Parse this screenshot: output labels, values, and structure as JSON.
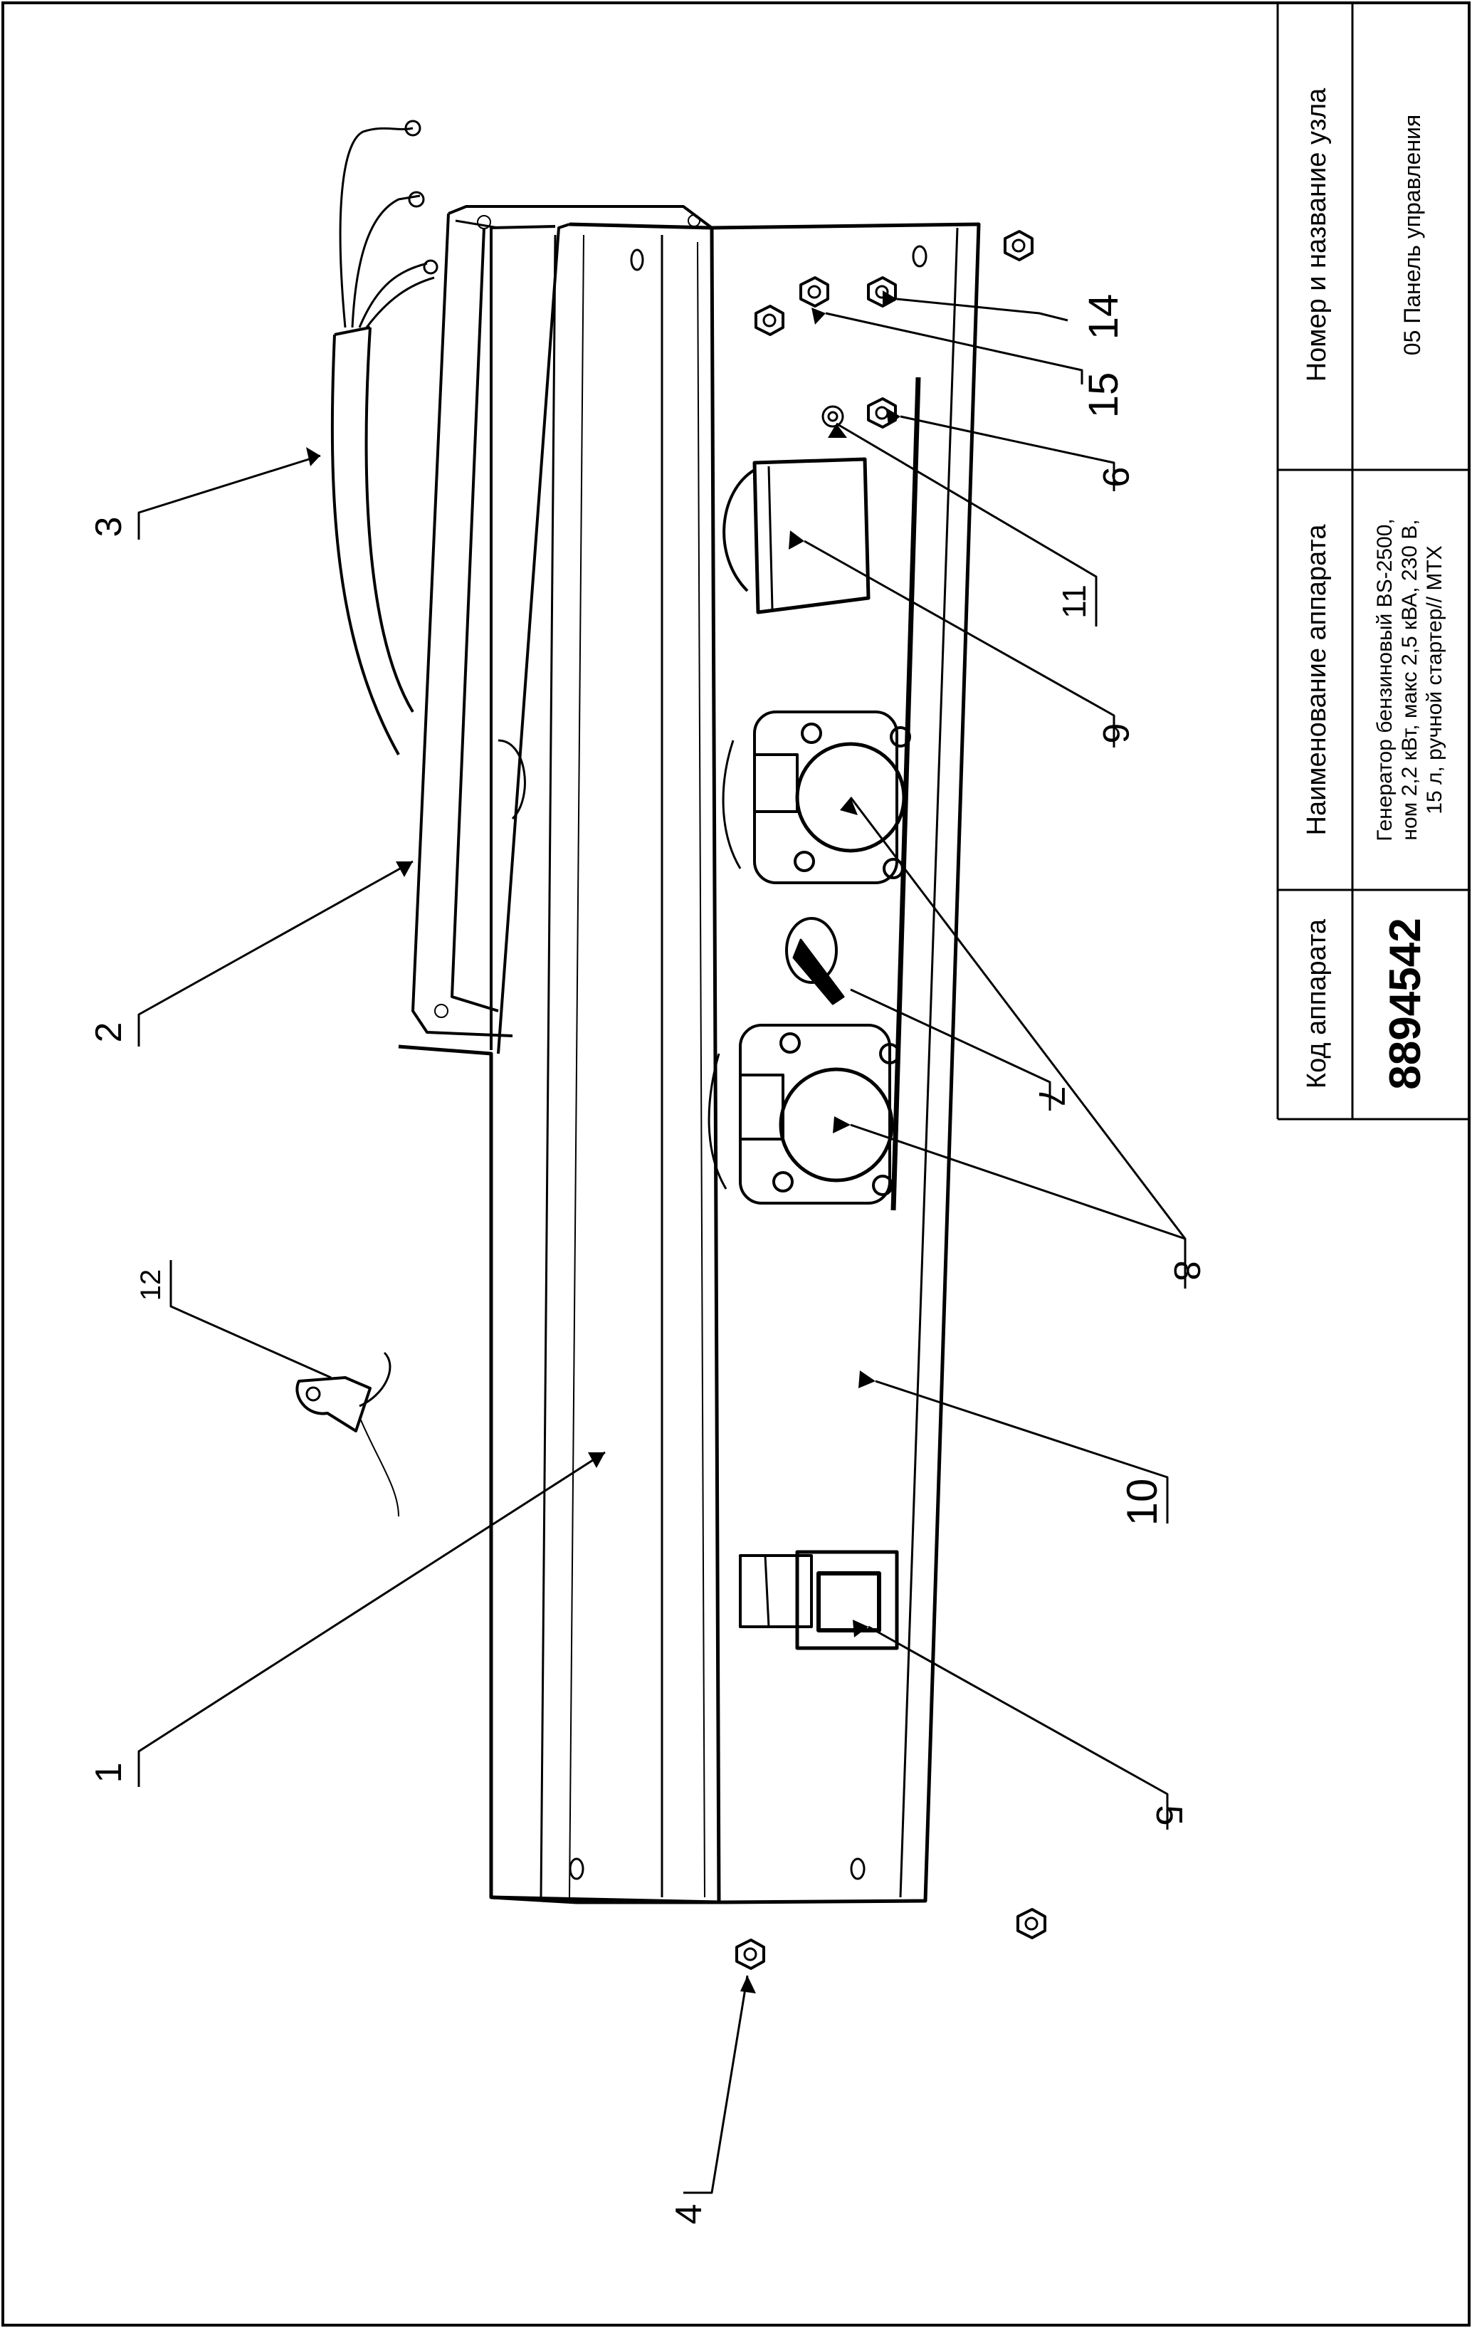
{
  "title_block": {
    "code_header": "Код аппарата",
    "code_value": "8894542",
    "name_header": "Наименование аппарата",
    "name_lines": [
      "Генератор бензиновый BS-2500,",
      "ном 2,2 кВт, макс 2,5 кВА, 230 В,",
      "15 л, ручной стартер// МТХ"
    ],
    "unit_header": "Номер и название узла",
    "unit_value": "05 Панель управления"
  },
  "callouts": {
    "c1": "1",
    "c2": "2",
    "c3": "3",
    "c4": "4",
    "c5": "5",
    "c6": "6",
    "c7": "7",
    "c8": "8",
    "c9": "9",
    "c10": "10",
    "c11": "11",
    "c12": "12",
    "c14": "14",
    "c15": "15"
  }
}
